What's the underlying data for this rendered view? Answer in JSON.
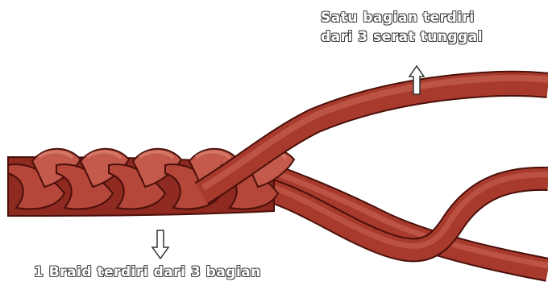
{
  "labels": {
    "top_line1": "Satu bagian terdiri",
    "top_line2": "dari 3 serat tunggal",
    "bottom": "1 Braid terdiri dari 3 bagian"
  },
  "icons": {
    "up_arrow": "arrow-up-icon",
    "down_arrow": "arrow-down-icon"
  },
  "colors": {
    "rope_light": "#c0584a",
    "rope_mid": "#a8382c",
    "rope_dark": "#6e1a12",
    "outline": "#4a0f0a",
    "label_fill": "#ffffff"
  }
}
